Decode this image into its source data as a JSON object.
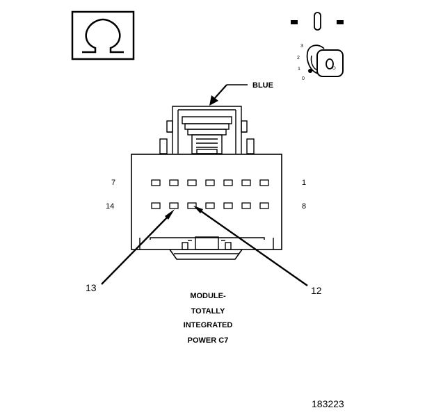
{
  "symbol": {
    "name": "omega-icon",
    "glyph": "Ω"
  },
  "ignition": {
    "positions": [
      "3",
      "2",
      "1",
      "0"
    ],
    "key_letter": "O"
  },
  "connector": {
    "color_label": "BLUE",
    "row1_left": "7",
    "row1_right": "1",
    "row2_left": "14",
    "row2_right": "8",
    "callout_left": "13",
    "callout_right": "12"
  },
  "caption": {
    "line1": "MODULE-",
    "line2": "TOTALLY",
    "line3": "INTEGRATED",
    "line4": "POWER C7"
  },
  "figure_number": "183223"
}
